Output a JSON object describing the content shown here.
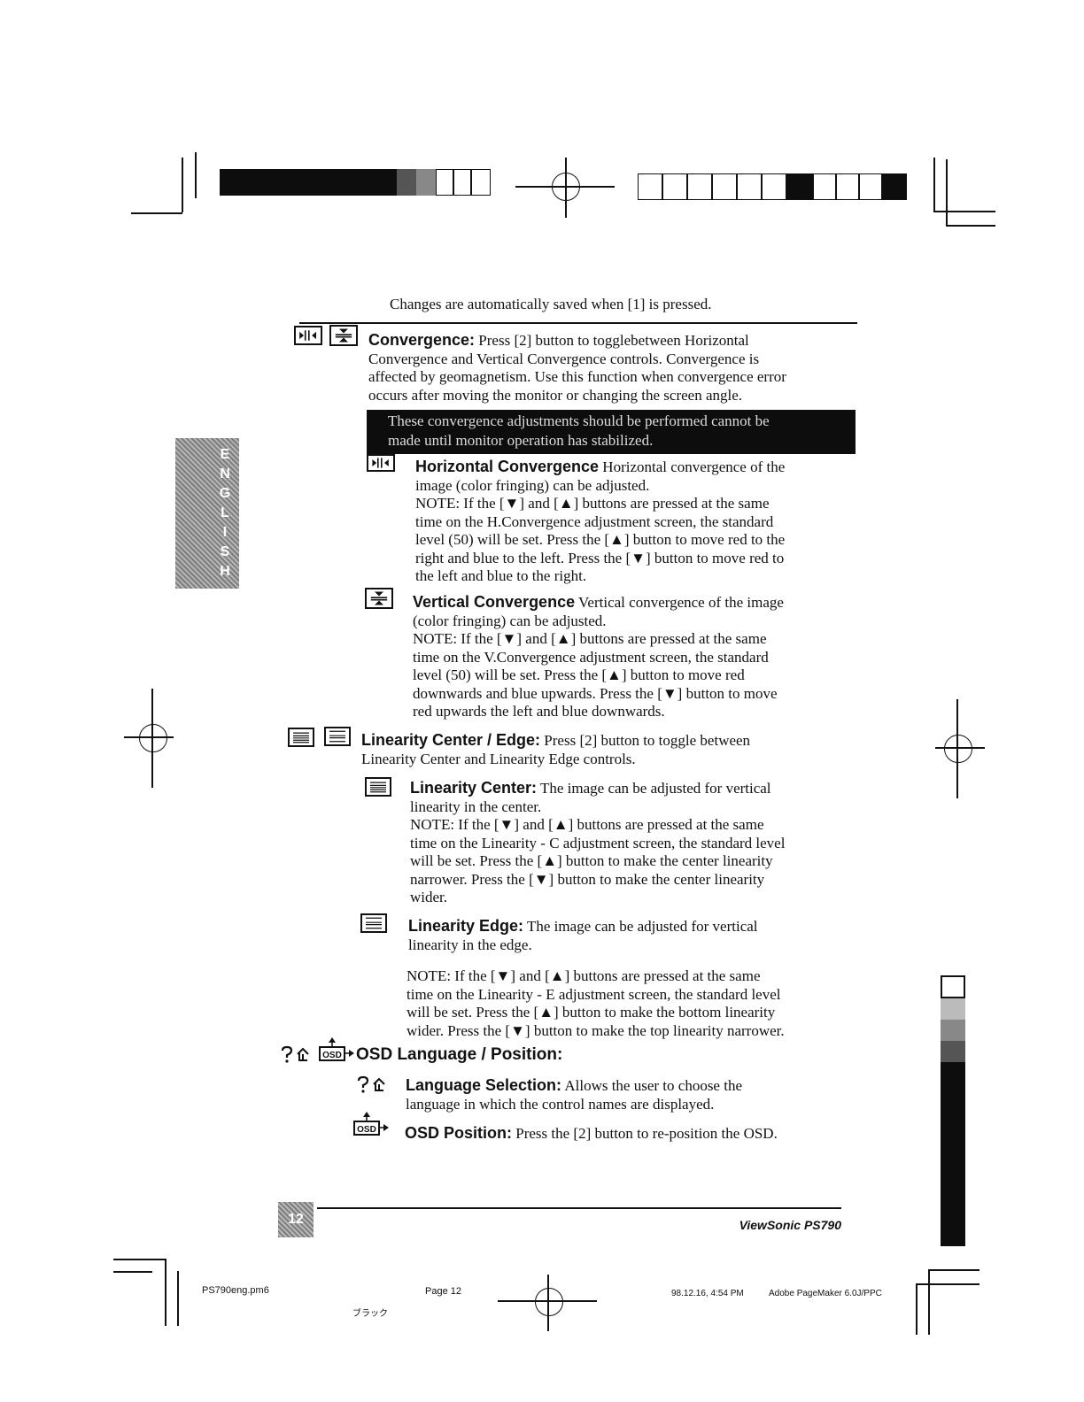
{
  "header_note": "Changes are automatically saved when [1] is pressed.",
  "side_tab": {
    "letters": [
      "E",
      "N",
      "G",
      "L",
      "I",
      "S",
      "H"
    ]
  },
  "convergence": {
    "heading": "Convergence:",
    "text_line1": " Press [2] button to togglebetween Horizontal",
    "text_rest": [
      "Convergence and Vertical Convergence controls. Convergence is",
      "affected by geomagnetism. Use this function when convergence error",
      "occurs after moving the monitor or changing the screen angle."
    ],
    "warning": [
      "These convergence adjustments should be performed cannot be",
      "made until monitor operation has stabilized."
    ]
  },
  "horizontal_convergence": {
    "heading": "Horizontal Convergence",
    "text_line1": " Horizontal convergence of the",
    "text_rest": [
      "image (color fringing) can be adjusted.",
      "NOTE: If the [▼] and [▲] buttons are pressed at the same",
      "time on the H.Convergence adjustment screen, the standard",
      "level (50) will be set. Press the [▲] button to move red to the",
      "right and blue to the left. Press the [▼] button to move red to",
      "the left and blue to the right."
    ]
  },
  "vertical_convergence": {
    "heading": "Vertical Convergence",
    "text_line1": " Vertical convergence of the image",
    "text_rest": [
      "(color fringing) can be adjusted.",
      "NOTE: If the [▼] and [▲] buttons are pressed at the same",
      "time on the V.Convergence adjustment screen, the standard",
      "level (50) will be set. Press the [▲] button to move red",
      "downwards and blue upwards. Press the [▼] button to move",
      "red upwards the left and blue downwards."
    ]
  },
  "linearity": {
    "heading": "Linearity Center / Edge:",
    "text_line1": " Press [2] button to toggle between",
    "text_rest": [
      "Linearity Center and Linearity Edge controls."
    ]
  },
  "linearity_center": {
    "heading": "Linearity Center:",
    "text_line1": " The image can be adjusted for vertical",
    "text_rest": [
      "linearity in the center.",
      "NOTE: If the [▼] and [▲] buttons are pressed at the same",
      "time on the Linearity - C adjustment screen, the standard level",
      "will be set. Press the [▲] button to make the center linearity",
      "narrower. Press the [▼] button to make the center linearity",
      "wider."
    ]
  },
  "linearity_edge": {
    "heading": "Linearity Edge:",
    "text_line1": " The image can be adjusted for vertical",
    "text_rest": [
      "linearity in the edge."
    ],
    "note": [
      "NOTE: If the [▼] and [▲] buttons are pressed at the same",
      "time on the Linearity - E adjustment screen, the standard level",
      "will be set. Press the [▲] button to make the bottom linearity",
      "wider. Press the [▼] button to make the top linearity narrower."
    ]
  },
  "osd": {
    "heading": "OSD Language / Position:",
    "icon_text": "OSD"
  },
  "language_selection": {
    "heading": "Language Selection:",
    "text_line1": " Allows the user to choose the",
    "text_rest": [
      "language in which the control names are displayed."
    ]
  },
  "osd_position": {
    "heading": "OSD Position:",
    "text_line1": " Press the [2] button to re-position the OSD."
  },
  "footer": {
    "page_number": "12",
    "brand": "ViewSonic PS790"
  },
  "slug": {
    "filename": "PS790eng.pm6",
    "page": "Page 12",
    "timestamp": "98.12.16, 4:54 PM",
    "app": "Adobe PageMaker 6.0J/PPC",
    "color": "ブラック"
  }
}
